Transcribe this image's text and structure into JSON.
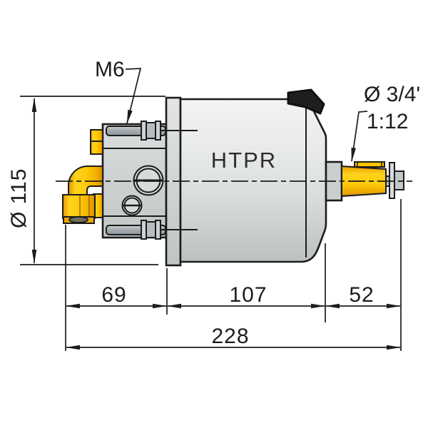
{
  "drawing": {
    "product_label": "HTPR",
    "callouts": {
      "bolt_thread": "M6",
      "shaft_diameter": "Ø 3/4'",
      "shaft_taper": "1:12",
      "body_diameter": "Ø 115"
    },
    "dimensions": {
      "rear_section": "69",
      "body_section": "107",
      "shaft_section": "52",
      "overall_length": "228"
    },
    "colors": {
      "fitting_yellow": "#FFCB0A",
      "fitting_shade_orange": "#E09200",
      "steel_gray": "#A6ADB2",
      "housing_gray": "#CFD3D3",
      "body_gray_light": "#F1F2F2",
      "body_gray_dark": "#BCC1C1",
      "outline": "#1C1C1C",
      "cap_black": "#1F1F1F"
    }
  }
}
